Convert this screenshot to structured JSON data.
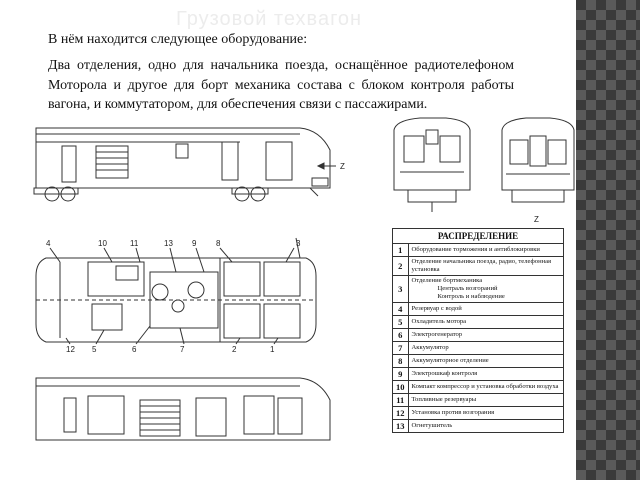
{
  "title": "Грузовой техвагон",
  "intro": "В нём находится следующее оборудование:",
  "paragraph": "Два отделения, одно для начальника поезда, оснащённое радиотелефоном Моторола и другое для борт механика состава с блоком контроля работы вагона, и коммутатором, для обеспечения связи с пассажирами.",
  "drawing": {
    "z_label_top": "Z",
    "z_label_bottom": "Z",
    "callouts_top": [
      "4",
      "10",
      "11",
      "13",
      "9",
      "8",
      "3"
    ],
    "callouts_bottom": [
      "12",
      "5",
      "6",
      "7",
      "2",
      "1"
    ],
    "callout_right_top": "3"
  },
  "legend": {
    "header": "РАСПРЕДЕЛЕНИЕ",
    "rows": [
      {
        "num": "1",
        "text": "Оборудование торможения и антиблокировки"
      },
      {
        "num": "2",
        "text": "Отделение начальника поезда, радио, телефонная установка"
      },
      {
        "num": "3",
        "text": "Отделение бортмеханика",
        "sub": [
          "Централь возгораний",
          "Контроль и наблюдение"
        ]
      },
      {
        "num": "4",
        "text": "Резервуар с водой"
      },
      {
        "num": "5",
        "text": "Охладитель мотора"
      },
      {
        "num": "6",
        "text": "Электрогенератор"
      },
      {
        "num": "7",
        "text": "Аккумулятор"
      },
      {
        "num": "8",
        "text": "Аккумуляторное отделение"
      },
      {
        "num": "9",
        "text": "Электрошкаф контроля"
      },
      {
        "num": "10",
        "text": "Компакт компрессор и установка обработки воздуха"
      },
      {
        "num": "11",
        "text": "Топливные резервуары"
      },
      {
        "num": "12",
        "text": "Установка против возгорания"
      },
      {
        "num": "13",
        "text": "Огнетушитель"
      }
    ]
  }
}
